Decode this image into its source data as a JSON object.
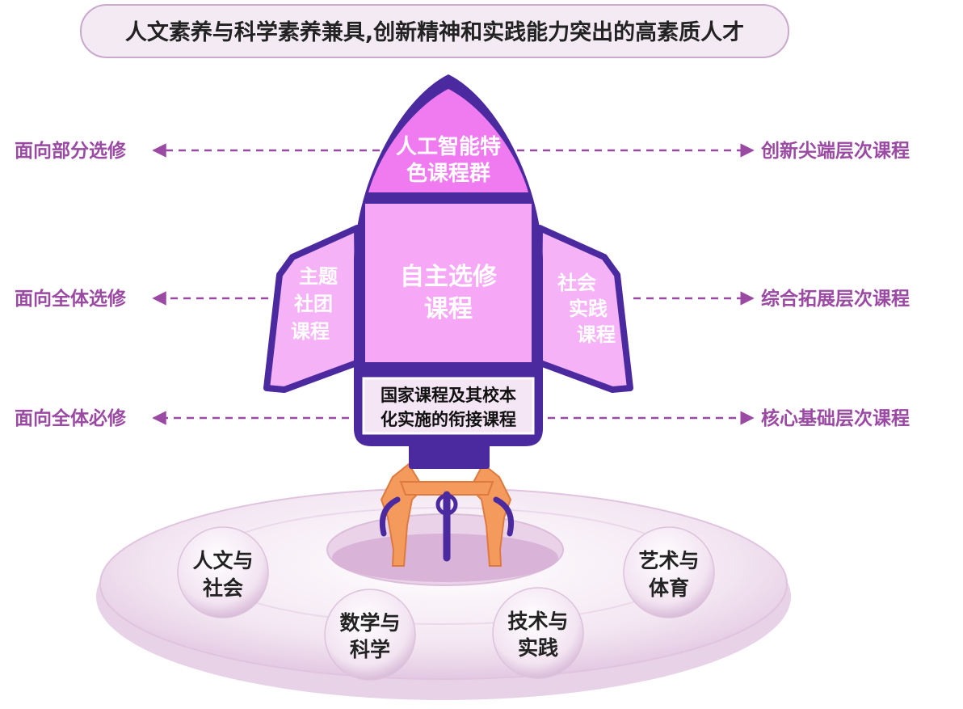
{
  "banner": {
    "text": "人文素养与科学素养兼具,创新精神和实践能力突出的高素质人才"
  },
  "left_labels": {
    "top": "面向部分选修",
    "middle": "面向全体选修",
    "bottom": "面向全体必修"
  },
  "right_labels": {
    "top": "创新尖端层次课程",
    "middle": "综合拓展层次课程",
    "bottom": "核心基础层次课程"
  },
  "rocket": {
    "nose": {
      "line1": "人工智能特",
      "line2": "色课程群"
    },
    "body": {
      "line1": "自主选修",
      "line2": "课程"
    },
    "base": {
      "line1": "国家课程及其校本",
      "line2": "化实施的衔接课程"
    },
    "left_fin": {
      "line1": "主题",
      "line2": "社团",
      "line3": "课程"
    },
    "right_fin": {
      "line1": "社会",
      "line2": "实践",
      "line3": "课程"
    }
  },
  "platform": {
    "pills": [
      {
        "line1": "人文与",
        "line2": "社会"
      },
      {
        "line1": "数学与",
        "line2": "科学"
      },
      {
        "line1": "技术与",
        "line2": "实践"
      },
      {
        "line1": "艺术与",
        "line2": "体育"
      }
    ]
  },
  "colors": {
    "purple_dark": "#4b2aa0",
    "pink_nose": "#f07bf0",
    "pink_body": "#f6a8f6",
    "pink_fin": "#f6b2f6",
    "orange_leg": "#f39a5c",
    "label_purple": "#9b4aa3"
  }
}
